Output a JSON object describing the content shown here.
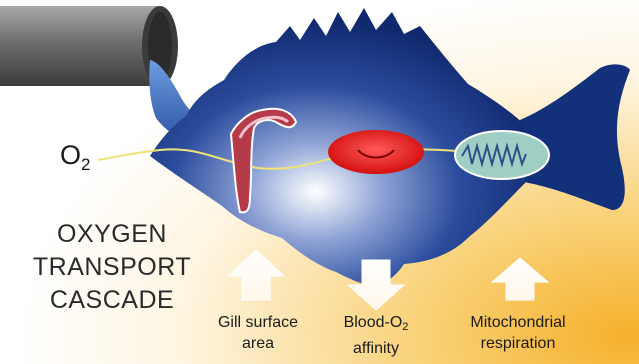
{
  "o2_label": {
    "prefix": "O",
    "subscript": "2"
  },
  "title_lines": [
    "OXYGEN",
    "TRANSPORT",
    "CASCADE"
  ],
  "labels": {
    "gill": {
      "line1": "Gill surface",
      "line2": "area"
    },
    "blood": {
      "line1_prefix": "Blood-O",
      "line1_sub": "2",
      "line2": "affinity"
    },
    "mito": {
      "line1": "Mitochondrial",
      "line2": "respiration"
    }
  },
  "arrow_directions": {
    "gill": "up",
    "blood": "down",
    "mito": "up"
  },
  "colors": {
    "fish_body": "#1d3f8e",
    "fish_dark": "#0d2766",
    "fish_light": "#ffffff",
    "water": "#4a78c6",
    "pipe": "#555555",
    "gill": "#b53a4a",
    "red_blood_cell": "#e31515",
    "mitochondrion": "#9fcfc4",
    "o2_line": "#f0e27a",
    "background_glow": "#f7b83a"
  }
}
